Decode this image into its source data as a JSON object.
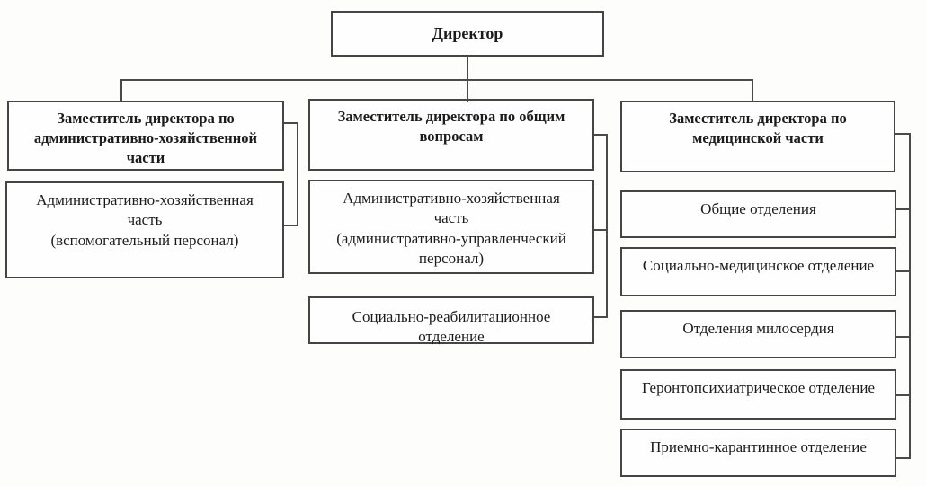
{
  "org_chart": {
    "type": "org-tree",
    "root": "Директор",
    "branches": [
      {
        "header": "Заместитель директора по\nадминистративно-хозяйственной\nчасти",
        "children": [
          "Административно-хозяйственная\nчасть\n(вспомогательный персонал)"
        ]
      },
      {
        "header": "Заместитель директора по общим\nвопросам",
        "children": [
          "Административно-хозяйственная\nчасть\n(административно-управленческий\nперсонал)",
          "Социально-реабилитационное\nотделение"
        ]
      },
      {
        "header": "Заместитель директора по\nмедицинской части",
        "children": [
          "Общие отделения",
          "Социально-медицинское отделение",
          "Отделения милосердия",
          "Геронтопсихиатрическое отделение",
          "Приемно-карантинное отделение"
        ]
      }
    ]
  },
  "colors": {
    "border": "#454545",
    "text": "#1b1b1b",
    "background": "#fdfdfc"
  }
}
